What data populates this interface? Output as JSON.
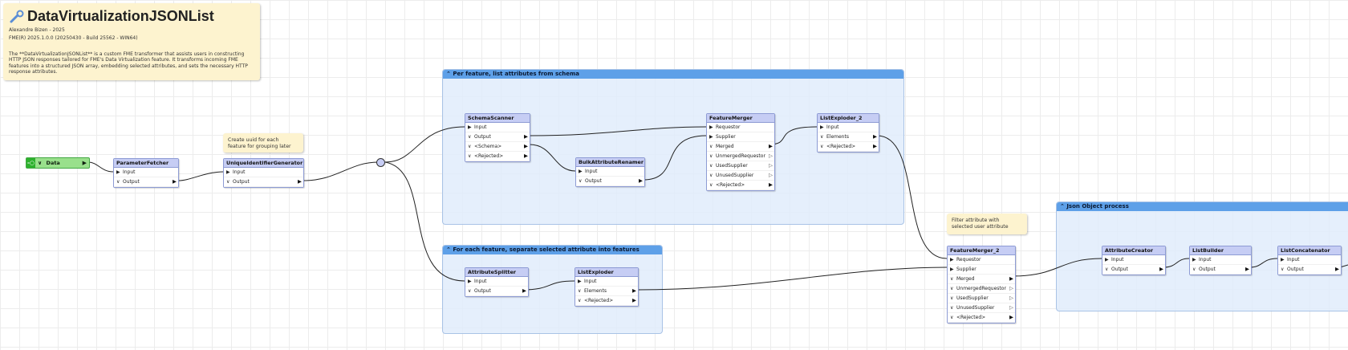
{
  "title_note": {
    "icon": "wrench-icon",
    "title": "DataVirtualizationJSONList",
    "author": "Alexandre Bizen - 2025",
    "version": "FME(R) 2025.1.0.0 (20250430 - Build 25562 - WIN64)",
    "description": "The **DataVirtualizationJSONList** is a custom FME transformer that assists users in constructing HTTP JSON responses tailored for FME's Data Virtualization feature. It transforms incoming FME features into a structured JSON array, embedding selected attributes, and sets the necessary HTTP response attributes."
  },
  "notes": {
    "uuid": "Create uuid for each\nfeature for grouping later",
    "filter": "Filter attribute with\nselected user attribute"
  },
  "bookmarks": {
    "schema": "Per feature, list attributes from schema",
    "split": "For each feature, separate selected attribute into features",
    "json": "Json Object process"
  },
  "creator": {
    "label": "Data"
  },
  "nodes": {
    "parameter_fetcher": {
      "title": "ParameterFetcher",
      "ports": [
        "Input",
        "Output"
      ]
    },
    "uuid_generator": {
      "title": "UniqueIdentifierGenerator",
      "ports": [
        "Input",
        "Output"
      ]
    },
    "schema_scanner": {
      "title": "SchemaScanner",
      "ports": [
        "Input",
        "Output",
        "<Schema>",
        "<Rejected>"
      ]
    },
    "bulk_renamer": {
      "title": "BulkAttributeRenamer",
      "ports": [
        "Input",
        "Output"
      ]
    },
    "feature_merger": {
      "title": "FeatureMerger",
      "ports": [
        "Requestor",
        "Supplier",
        "Merged",
        "UnmergedRequestor",
        "UsedSupplier",
        "UnusedSupplier",
        "<Rejected>"
      ]
    },
    "list_exploder_2": {
      "title": "ListExploder_2",
      "ports": [
        "Input",
        "Elements",
        "<Rejected>"
      ]
    },
    "attribute_splitter": {
      "title": "AttributeSplitter",
      "ports": [
        "Input",
        "Output"
      ]
    },
    "list_exploder": {
      "title": "ListExploder",
      "ports": [
        "Input",
        "Elements",
        "<Rejected>"
      ]
    },
    "feature_merger_2": {
      "title": "FeatureMerger_2",
      "ports": [
        "Requestor",
        "Supplier",
        "Merged",
        "UnmergedRequestor",
        "UsedSupplier",
        "UnusedSupplier",
        "<Rejected>"
      ]
    },
    "attribute_creator": {
      "title": "AttributeCreator",
      "ports": [
        "Input",
        "Output"
      ]
    },
    "list_builder": {
      "title": "ListBuilder",
      "ports": [
        "Input",
        "Output"
      ]
    },
    "list_concatenator": {
      "title": "ListConcatenator",
      "ports": [
        "Input",
        "Output"
      ]
    }
  },
  "colors": {
    "transformer_header": "#c6cdf4",
    "bookmark_header": "#5ea0e8",
    "bookmark_body": "#e1ecfc",
    "annotation": "#fdf3cf",
    "creator": "#99e08c"
  }
}
